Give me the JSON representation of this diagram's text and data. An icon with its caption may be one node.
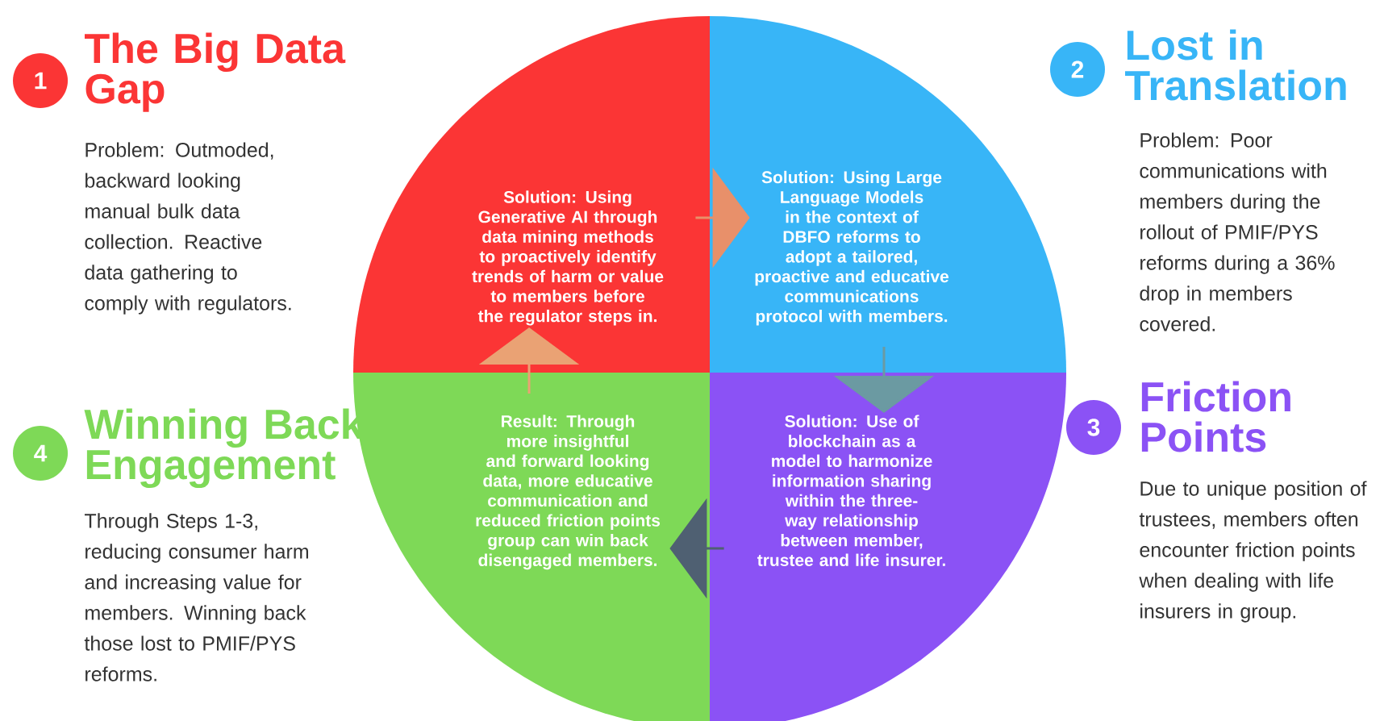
{
  "diagram": {
    "nodes": [
      {
        "text": [
          "1"
        ],
        "beside": [
          "The Big Data Gap",
          "Problem: Outmoded, backward looking manual bulk data collection. Reactive data gathering to comply with regulators."
        ]
      },
      {
        "text": [
          "2"
        ],
        "beside": [
          "Lost in Translation",
          "Problem: Poor communications with members during the rollout of PMIF/PYS reforms during a 36% drop in members covered."
        ]
      },
      {
        "text": [
          "3"
        ],
        "beside": [
          "Friction Points",
          "Due to unique position of trustees, members often encounter friction points when dealing with life insurers in group."
        ]
      },
      {
        "text": [
          "4"
        ],
        "beside": [
          "Winning Back Engagement",
          "Through Steps 1-3, reducing consumer harm and increasing value for members. Winning back those lost to PMIF/PYS reforms."
        ]
      },
      {
        "text": [
          "Solution: Using Generative AI through data mining methods to proactively identify trends of harm or value to members before the regulator steps in."
        ]
      },
      {
        "text": [
          "Solution: Using Large Language Models in the context of DBFO reforms to adopt a tailored, proactive and educative communications protocol with members."
        ]
      },
      {
        "text": [
          "Solution: Use of blockchain as a model to harmonize information sharing within the three-way relationship between member, trustee and life insurer."
        ]
      },
      {
        "text": [
          "Result: Through more insightful and forward looking data, more educative communication and reduced friction points group can win back disengaged members."
        ]
      }
    ],
    "edges": [
      {
        "from": 4,
        "to": 5,
        "arrow": "to",
        "color": "#e8906a"
      },
      {
        "from": 5,
        "to": 6,
        "arrow": "to",
        "color": "#6b9aa2"
      },
      {
        "from": 6,
        "to": 7,
        "arrow": "to",
        "color": "#4f6072"
      },
      {
        "from": 7,
        "to": 4,
        "arrow": "to",
        "color": "#eaa274"
      }
    ]
  }
}
